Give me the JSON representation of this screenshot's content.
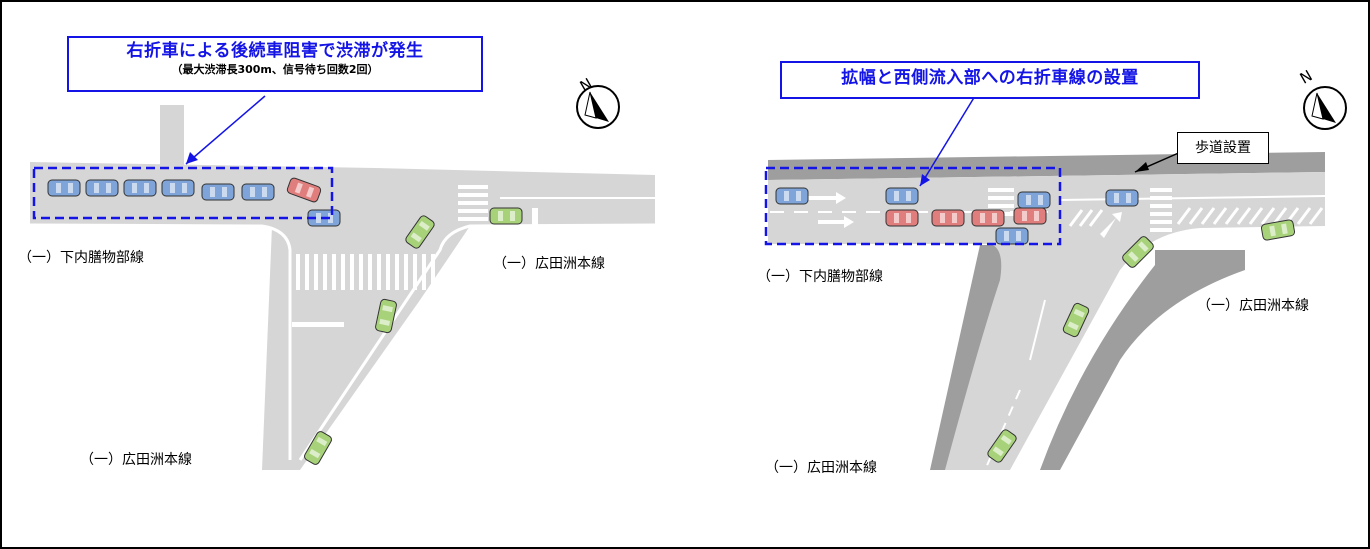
{
  "left_panel": {
    "callout_title": "右折車による後続車阻害で渋滞が発生",
    "callout_sub": "（最大渋滞長300m、信号待ち回数2回）",
    "label_west_road": "（一）下内膳物部線",
    "label_east_road": "（一）広田洲本線",
    "label_south_road": "（一）広田洲本線",
    "compass_icon": "north-arrow-icon",
    "compass_letter": "N"
  },
  "right_panel": {
    "callout_title": "拡幅と西側流入部への右折車線の設置",
    "sidewalk_label": "歩道設置",
    "label_west_road": "（一）下内膳物部線",
    "label_east_road": "（一）広田洲本線",
    "label_south_road": "（一）広田洲本線",
    "compass_icon": "north-arrow-icon",
    "compass_letter": "N"
  },
  "colors": {
    "callout_blue": "#1414e6",
    "road": "#d6d6d6",
    "sidewalk": "#9e9e9e",
    "car_blue": "#7fa4d9",
    "car_red": "#e07e7e",
    "car_green": "#a8d27a"
  }
}
